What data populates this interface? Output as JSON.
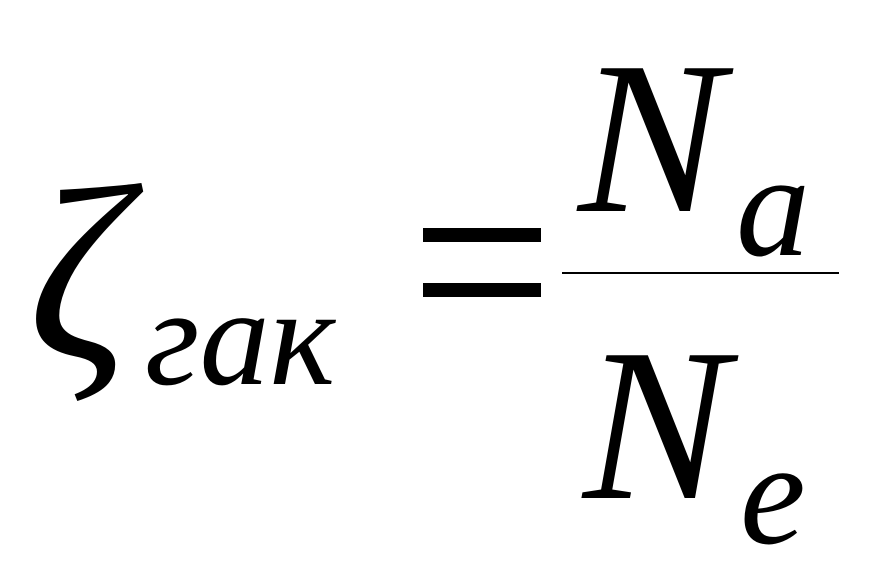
{
  "formula": {
    "lhs_symbol": "ζ",
    "lhs_subscript": "гак",
    "numerator_symbol": "N",
    "numerator_subscript": "a",
    "denominator_symbol": "N",
    "denominator_subscript": "e"
  }
}
